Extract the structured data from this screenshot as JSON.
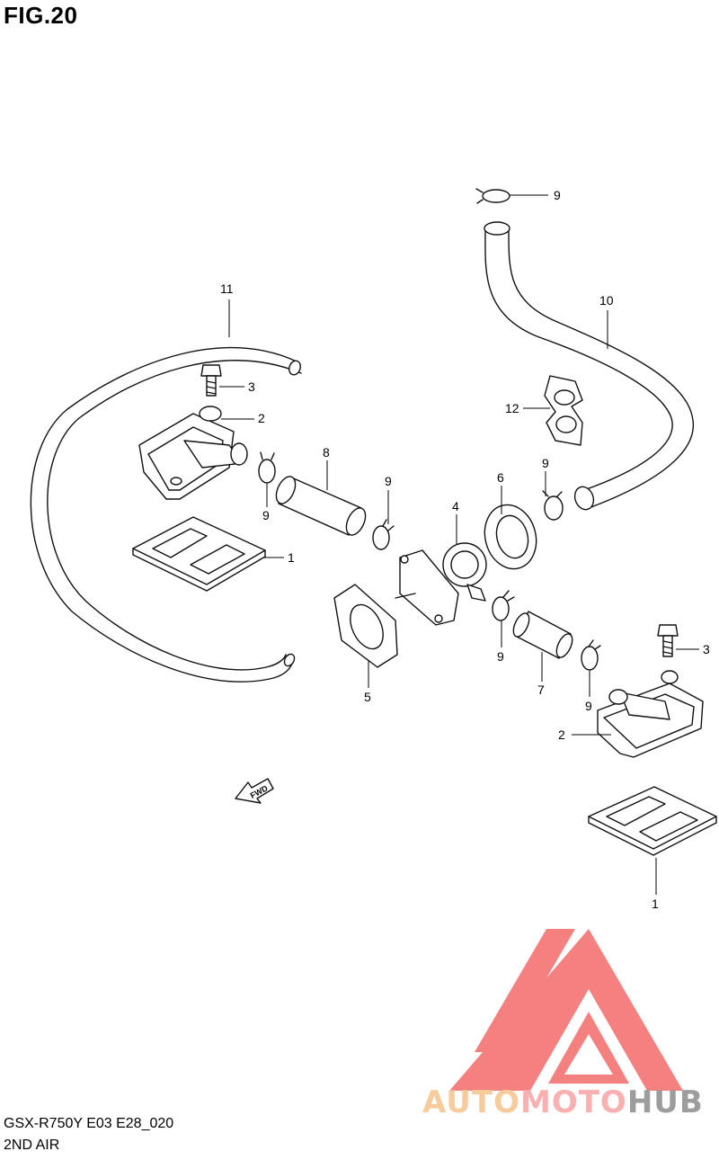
{
  "figure": {
    "title": "FIG.20"
  },
  "caption": {
    "model_code": "GSX-R750Y E03 E28_020",
    "section": "2ND AIR"
  },
  "fwd_label": "FWD",
  "watermark": {
    "part1": "AUTO",
    "part2": "MOTO",
    "part3": "HUB",
    "colors": {
      "triangle": "#f36b6b",
      "auto": "#f6c28a",
      "moto": "#f7a3a3",
      "hub": "#8d8d8d"
    }
  },
  "callouts": {
    "c1a": "1",
    "c1b": "1",
    "c2a": "2",
    "c2b": "2",
    "c3a": "3",
    "c3b": "3",
    "c4": "4",
    "c5": "5",
    "c6": "6",
    "c7": "7",
    "c8": "8",
    "c9a": "9",
    "c9b": "9",
    "c9c": "9",
    "c9d": "9",
    "c9e": "9",
    "c9f": "9",
    "c10": "10",
    "c11": "11",
    "c12": "12"
  }
}
